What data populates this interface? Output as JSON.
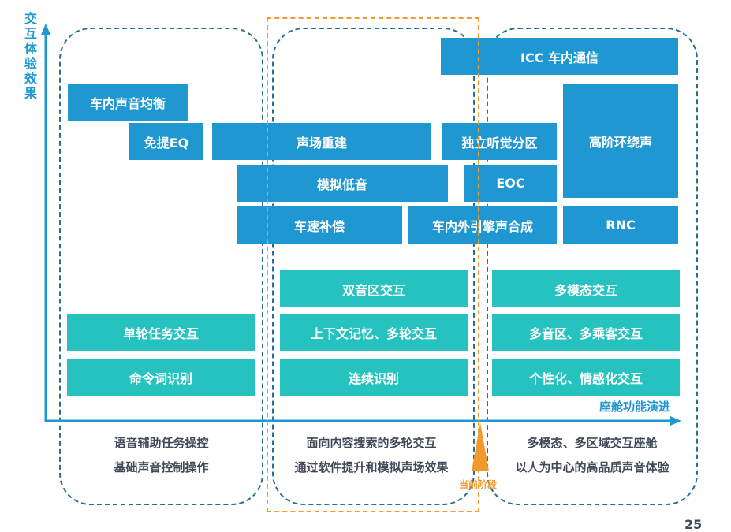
{
  "axes": {
    "y_label": "交互体验效果",
    "x_label": "座舱功能演进"
  },
  "colors": {
    "sound": "#1f98d2",
    "voice": "#25c2c0",
    "current_stage": "#f39a2e",
    "zone_border": "#2a6f8f",
    "text": "#414a5a"
  },
  "sound_boxes": [
    "车内声音均衡",
    "免提EQ",
    "声场重建",
    "独立听觉分区",
    "ICC 车内通信",
    "高阶环绕声",
    "模拟低音",
    "EOC",
    "车速补偿",
    "车内外引擎声合成",
    "RNC"
  ],
  "voice_boxes": [
    "双音区交互",
    "多模态交互",
    "单轮任务交互",
    "上下文记忆、多轮交互",
    "多音区、多乘客交互",
    "命令词识别",
    "连续识别",
    "个性化、情感化交互"
  ],
  "stages": [
    {
      "line1": "语音辅助任务操控",
      "line2": "基础声音控制操作"
    },
    {
      "line1": "面向内容搜索的多轮交互",
      "line2": "通过软件提升和模拟声场效果"
    },
    {
      "line1": "多模态、多区域交互座舱",
      "line2": "以人为中心的高品质声音体验"
    }
  ],
  "current_stage_label": "当前阶段",
  "page_number": "25"
}
